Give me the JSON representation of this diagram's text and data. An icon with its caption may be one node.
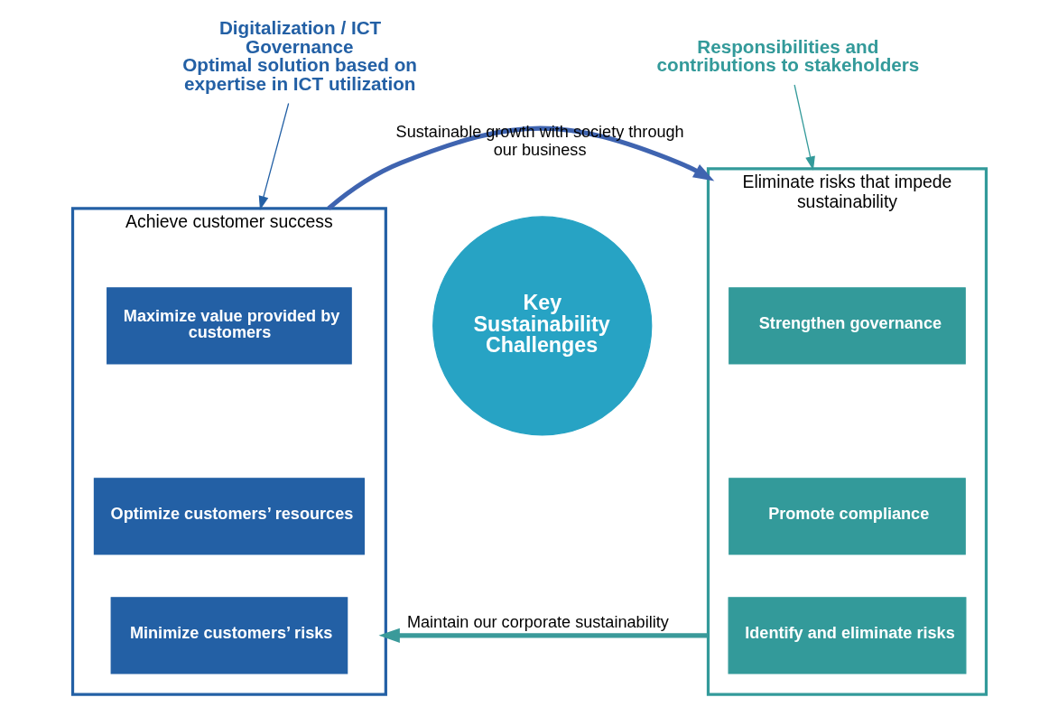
{
  "diagram": {
    "nodes": [
      {
        "text": [
          "Digitalization / ICT Governance",
          "Optimal solution based on expertise in ICT utilization"
        ]
      },
      {
        "text": [
          "Achieve customer success"
        ]
      },
      {
        "text": [
          "Maximize value provided by customers"
        ],
        "in": 1
      },
      {
        "text": [
          "Optimize customers’ resources"
        ],
        "in": 1
      },
      {
        "text": [
          "Minimize customers’ risks"
        ],
        "in": 1
      },
      {
        "text": [
          "Key Sustainability Challenges"
        ]
      },
      {
        "text": [
          "Responsibilities and contributions to stakeholders"
        ]
      },
      {
        "text": [
          "Eliminate risks that impede sustainability"
        ]
      },
      {
        "text": [
          "Strengthen governance"
        ],
        "in": 7
      },
      {
        "text": [
          "Promote compliance"
        ],
        "in": 7
      },
      {
        "text": [
          "Identify and eliminate risks"
        ],
        "in": 7
      }
    ],
    "edges": [
      {
        "from": 0,
        "to": 1,
        "arrow": "to",
        "color": "#2360a5"
      },
      {
        "from": 6,
        "to": 7,
        "arrow": "to",
        "color": "#339a9a"
      },
      {
        "from": 1,
        "to": 7,
        "arrow": "to",
        "label": "Sustainable growth with society through our business",
        "style": "thick",
        "color": "#3f64b0"
      },
      {
        "from": 7,
        "to": 1,
        "arrow": "to",
        "label": "Maintain our corporate sustainability",
        "style": "thick",
        "color": "#3a9a9a"
      }
    ]
  }
}
